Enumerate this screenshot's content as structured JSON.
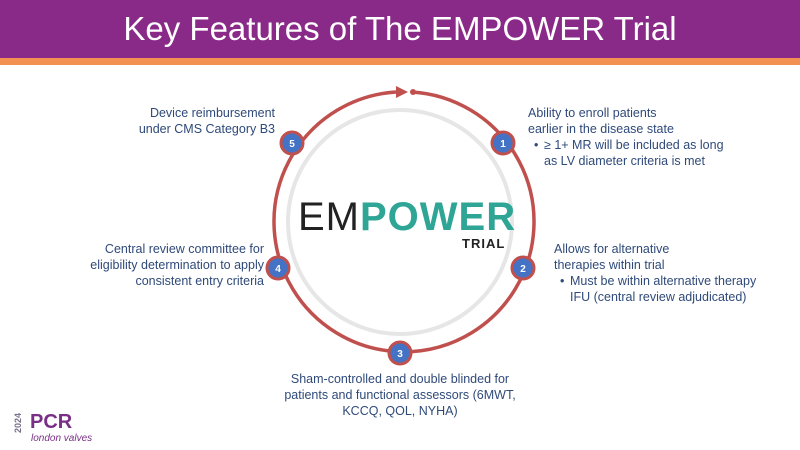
{
  "title": "Key Features of The EMPOWER Trial",
  "logo": {
    "em": "EM",
    "power": "POWER",
    "trial": "TRIAL"
  },
  "features": [
    {
      "num": "1",
      "text": "Ability to enroll patients earlier in the disease state",
      "bullet": "≥ 1+ MR will be included as long as LV diameter criteria is met"
    },
    {
      "num": "2",
      "text": "Allows for alternative therapies within trial",
      "bullet": "Must be within alternative therapy IFU (central review adjudicated)"
    },
    {
      "num": "3",
      "text": "Sham-controlled and double blinded for patients and functional assessors (6MWT, KCCQ, QOL, NYHA)"
    },
    {
      "num": "4",
      "text": "Central review committee for eligibility determination to apply consistent entry criteria"
    },
    {
      "num": "5",
      "text": "Device reimbursement under CMS Category B3"
    }
  ],
  "footer": {
    "year": "2024",
    "brand": "PCR",
    "sub": "london valves"
  },
  "colors": {
    "header": "#8a2a88",
    "stripe": "#f39152",
    "ring": "#c0504d",
    "node": "#4472c4"
  }
}
